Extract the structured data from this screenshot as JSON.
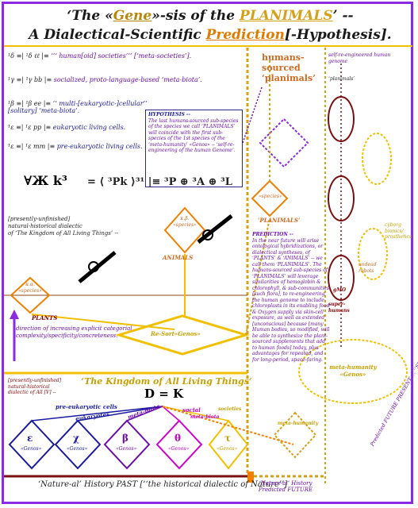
{
  "title": {
    "line1_pre": "‘The «",
    "line1_gene": "Gene",
    "line1_mid": "»-sis of the ",
    "line1_plan": "PLANIMALS",
    "line1_post": "’ --",
    "line2_pre": "A Dialectical-Scientific ",
    "line2_pred": "Prediction",
    "line2_post": "[-Hypothesis]."
  },
  "formulas": [
    {
      "lhs": "¹δ ≡| ¹δ ℓℓ |≡ ",
      "text": "‘‘‘ human[oid] societies’’’ [‘meta-societies’].",
      "color": "#6a0dad"
    },
    {
      "lhs": "¹γ ≡| ¹γ bb |≡ ",
      "text": "socialized, proto-language-based ‘meta-biota’.",
      "color": "#8a2be2"
    },
    {
      "lhs": "¹β ≡| ¹β ee |≡ ",
      "text": "‘‘ multi-[eukaryotic-]cellular’’ [solitary] ‘meta-biota’.",
      "color": "#1a1aa0"
    },
    {
      "lhs": "¹ε ≡| ¹ε pp |≡ ",
      "text": "eukaryotic living cells.",
      "color": "#1a1aa0"
    },
    {
      "lhs": "¹ε ≡| ¹ε mm |≡ ",
      "text": "pre-eukaryotic living cells.",
      "color": "#1a1aa0"
    }
  ],
  "hypothesis": {
    "heading": "HYPOTHESIS --",
    "body": "The last humans-sourced sub-species of the species we call ‘PLANIMALS’ will coincide with the first sub-species of the 1st species of the ‘meta-humanity’ «Genos» -- ‘self-re-engineering of the human Genome’."
  },
  "main_formula": {
    "lhs": "∀Ж k³",
    "eq": "= ⟨ ³Pk ⟩³¹ |≡ ³P ⊕ ³A ⊕ ³L"
  },
  "presently": {
    "l1": "[presently-unfinished]",
    "l2": "natural-historical dialectic",
    "l3": "of ‘The Kingdom of All Living Things’ --"
  },
  "labels": {
    "animals": "ANIMALS",
    "plants": "PLANTS",
    "planimals": "‘PLANIMALS’",
    "humans_sourced_l1": "humans-",
    "humans_sourced_l2": "sourced",
    "humans_sourced_l3": "‘planimals’",
    "resort": "Re-Sort«Genos»",
    "species": "«species»",
    "genos": "«Genos»",
    "meta_humanity": "meta-humanity",
    "meta_humanity_genos": "«Genos»",
    "self_reengineered": "self-re-engineered human genome",
    "planimals_small": "‘planimals’",
    "undead_robots": "undead robots",
    "cyborg": "cyborg bionics/ prosthetics",
    "gmo": "gMO",
    "gmo_super": "super-humans",
    "k_alpha": "κ.α.",
    "k_beta": "κ.β.",
    "direction": "direction of increasing explicit categorial complexity/specificity/concreteness.",
    "kingdom": "‘The Kingdom of All Living Things’",
    "d_eq_k": "D = K",
    "presently_small": "[presently-unfinished] natural-historical dialectic of All [V] --",
    "pre_euk": "pre-eukaryotic cells",
    "eukaryotes": "eukaryotes",
    "meta_biota": "meta-biota",
    "social": "social",
    "meta_biota2": "meta-biota",
    "societies": "societies",
    "meta_humanity_small": "meta-humanity",
    "sym_eps": "ε",
    "sym_chi": "χ",
    "sym_beta": "β",
    "sym_theta": "θ",
    "sym_tau": "τ"
  },
  "prediction": {
    "heading": "PREDICTION --",
    "body": "In the near future will arise ontological hybridizations, or dialectical syntheses, of ‘PLANTS’ & ‘ANIMALS’ -- we call them ‘PLANIMALS’. The humans-sourced sub-species of ‘PLANIMALS’ will leverage similarities of hemoglobin & chlorophyll, & sub-communities [such flora], to re-engineering the human genome to include chloroplasts in its enabling food & Oxygen supply via skin-cell exposure, as well as extended [unconscious] because [many Human bodies, so modified, will be able to synthesize the plant-sourced supplements that add to human foods] today, plus advantages for repeated, and for long-period, space-faring."
  },
  "footer": {
    "past": "‘Nature-al’ History PAST [‘‘the historical dialectic of Nature’’]",
    "future": "‘Nature-al’ History Predicted FUTURE",
    "side": "Predicted FUTURE PRESENT … ‘‘SIDE EFFECTS’’ Pushing… of Predicted Future Side-Effects… ‘systematic dialectic’ "
  },
  "colors": {
    "frame": "#8a2be2",
    "gold": "#f0c000",
    "orange": "#f08000",
    "purple": "#8a2be2",
    "blue": "#1a1aa0",
    "maroon": "#7a1010",
    "magenta": "#cc00cc"
  }
}
